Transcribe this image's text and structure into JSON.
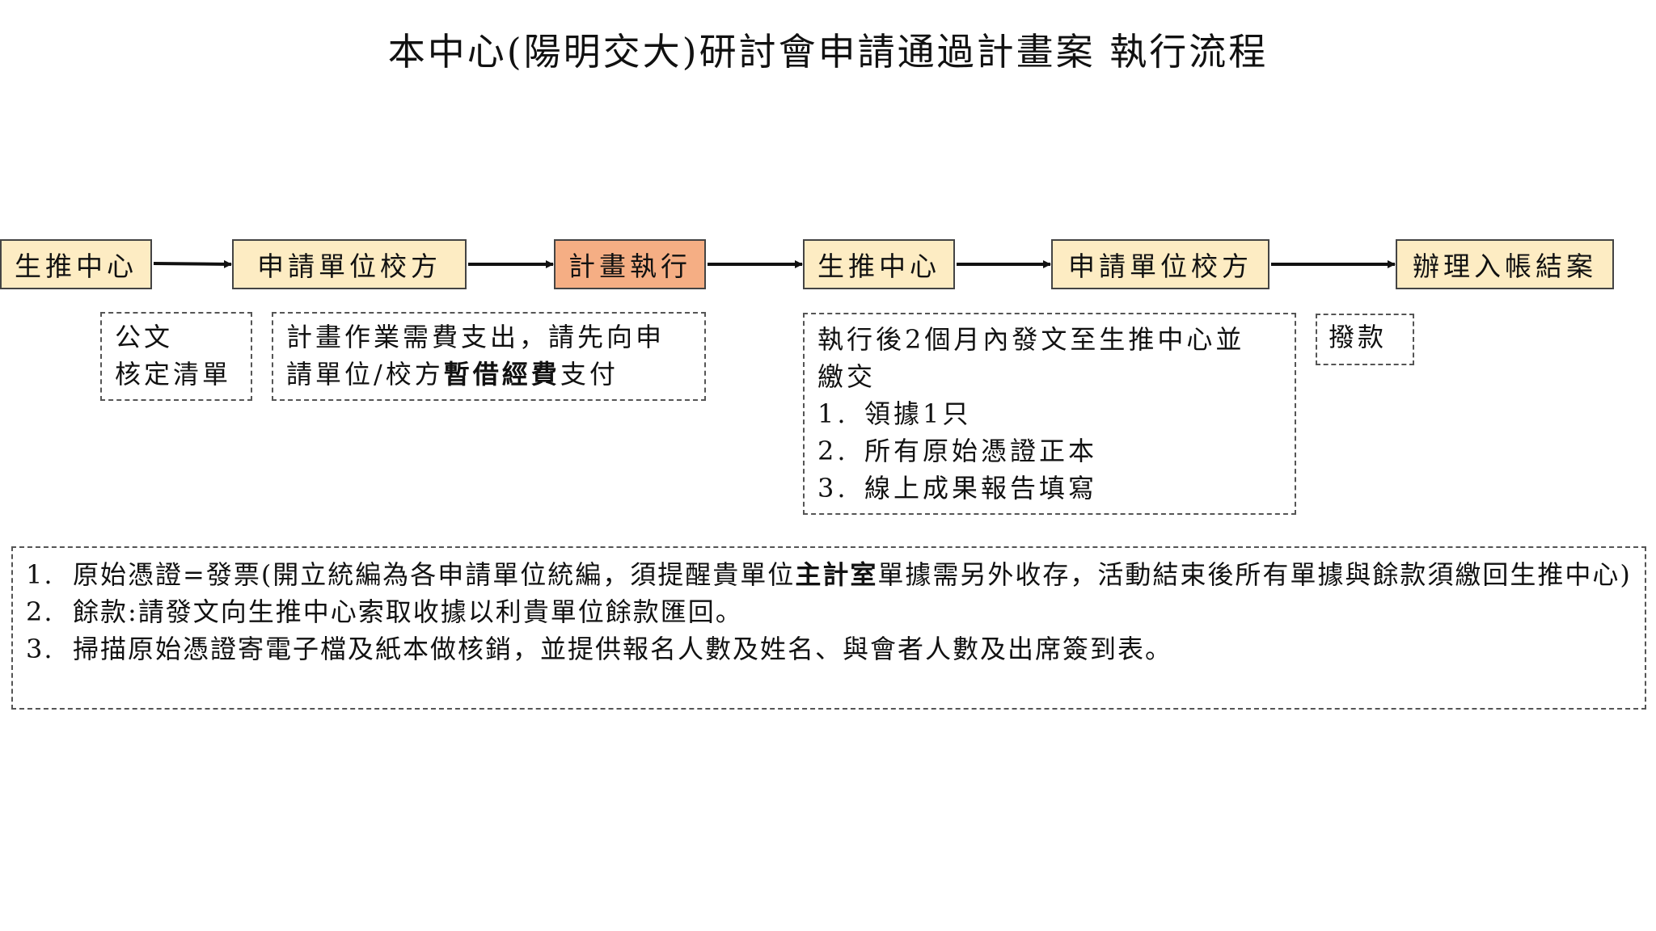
{
  "title": "本中心(陽明交大)研討會申請通過計畫案  執行流程",
  "flow": {
    "nodes": [
      {
        "label": "生推中心",
        "style": "light"
      },
      {
        "label": "申請單位校方",
        "style": "light"
      },
      {
        "label": "計畫執行",
        "style": "orange"
      },
      {
        "label": "生推中心",
        "style": "light"
      },
      {
        "label": "申請單位校方",
        "style": "light"
      },
      {
        "label": "辦理入帳結案",
        "style": "light"
      }
    ],
    "colors": {
      "light_fill": "#fdecc3",
      "highlight_fill": "#f5ae84",
      "arrow": "#111111"
    }
  },
  "notes": {
    "doc": {
      "line1": "公文",
      "line2": "核定清單"
    },
    "advance": {
      "line1": "計畫作業需費支出，請先向申",
      "line2_a": "請單位/校方",
      "line2_bold": "暫借經費",
      "line2_b": "支付"
    },
    "submit": {
      "line1": "執行後2個月內發文至生推中心並",
      "line2": "繳交",
      "items": [
        {
          "num": "1.",
          "text": "領據1只"
        },
        {
          "num": "2.",
          "text": "所有原始憑證正本"
        },
        {
          "num": "3.",
          "text": "線上成果報告填寫"
        }
      ]
    },
    "transfer": {
      "text": "撥款"
    }
  },
  "footnotes": {
    "item1": {
      "num": "1.",
      "text_a": "原始憑證=發票(開立統編為各申請單位統編，須提醒貴單位",
      "bold": "主計室",
      "text_b": "單據需另外收存，活動結束後所有單據與餘款須繳回生推中心)"
    },
    "item2": {
      "num": "2.",
      "text": "餘款:請發文向生推中心索取收據以利貴單位餘款匯回。"
    },
    "item3": {
      "num": "3.",
      "text": "掃描原始憑證寄電子檔及紙本做核銷，並提供報名人數及姓名、與會者人數及出席簽到表。"
    }
  }
}
